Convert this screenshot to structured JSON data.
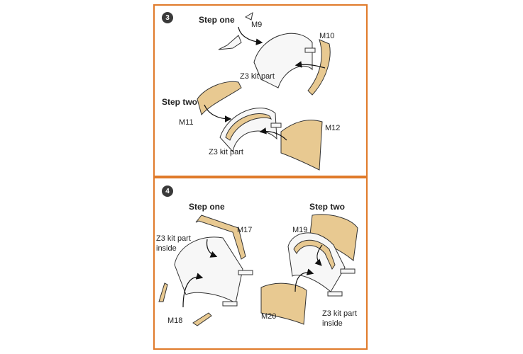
{
  "panel3": {
    "number": "3",
    "step_one": "Step one",
    "step_two": "Step two",
    "labels": {
      "m9": "M9",
      "m10": "M10",
      "z3_a": "Z3 kit part",
      "m11": "M11",
      "m12": "M12",
      "z3_b": "Z3 kit part"
    }
  },
  "panel4": {
    "number": "4",
    "step_one": "Step one",
    "step_two": "Step two",
    "labels": {
      "m17": "M17",
      "z3_inside_a1": "Z3 kit part",
      "z3_inside_a2": "inside",
      "m18": "M18",
      "m19": "M19",
      "m20": "M20",
      "z3_inside_b1": "Z3 kit part",
      "z3_inside_b2": "inside"
    }
  },
  "colors": {
    "border": "#e07a2a",
    "tan": "#e8c991",
    "badge": "#3a3a3a"
  }
}
